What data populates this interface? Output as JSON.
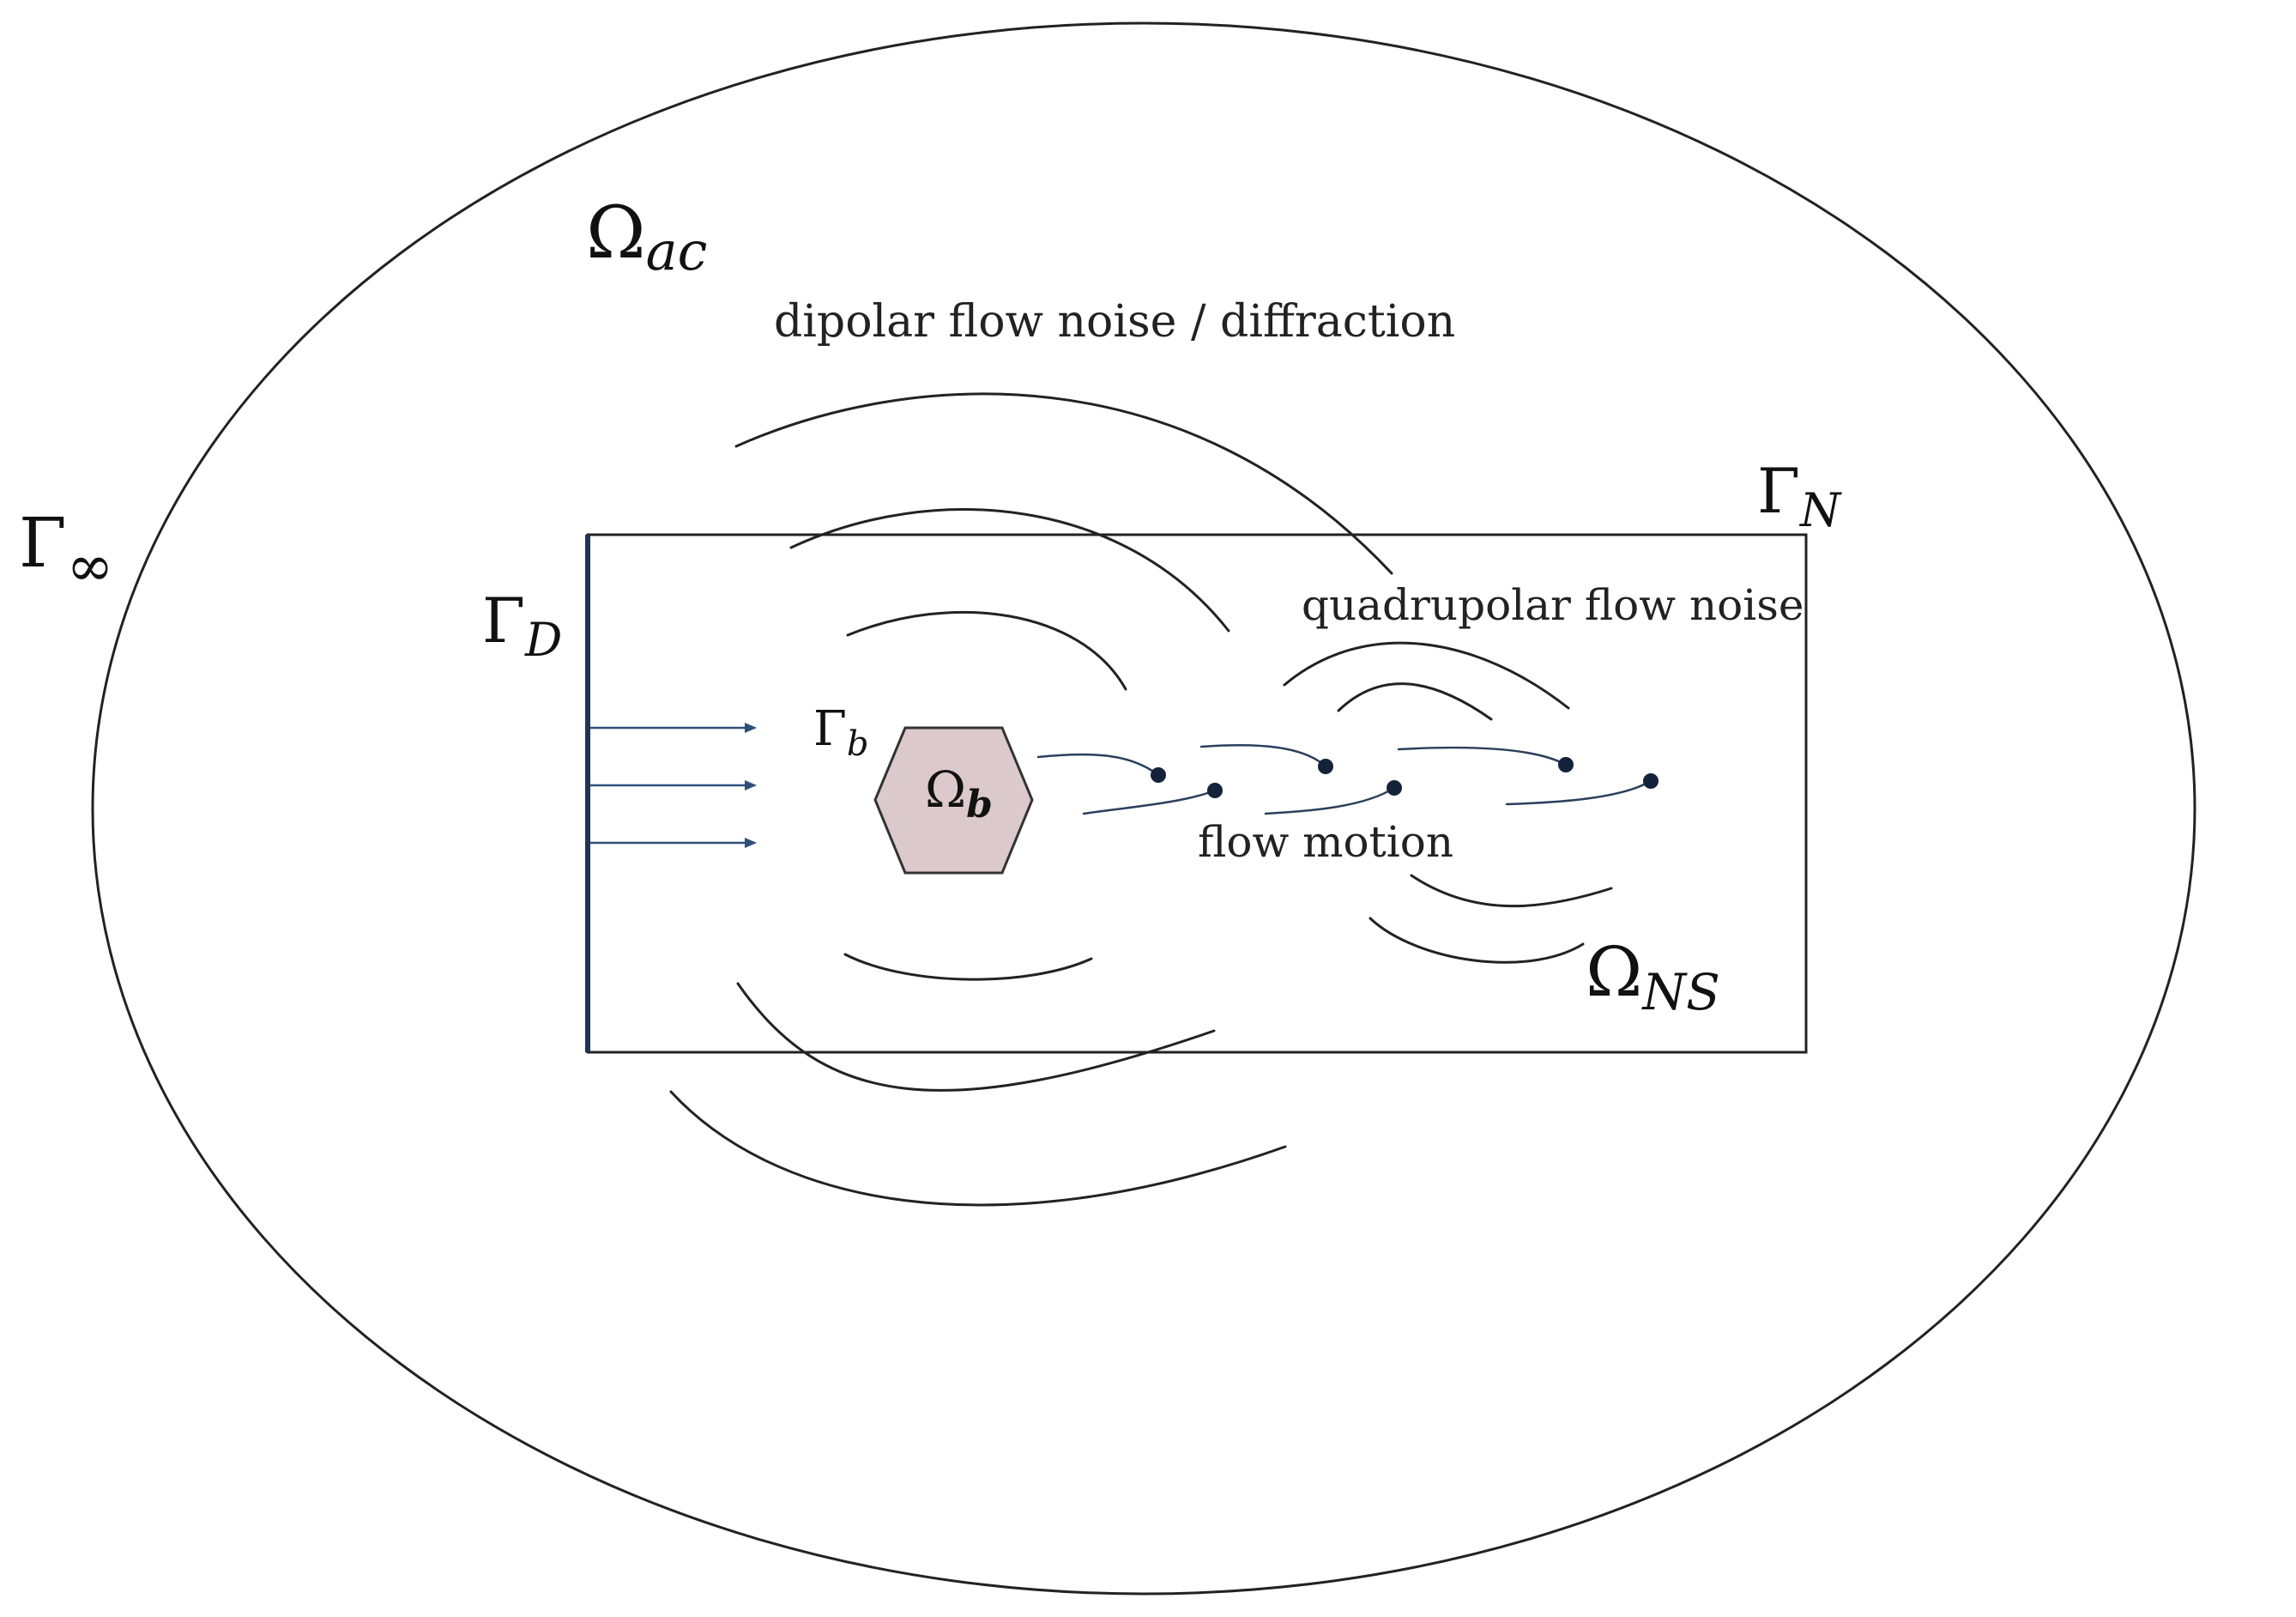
{
  "labels": {
    "omega_ac": {
      "base": "Ω",
      "sub": "ac"
    },
    "gamma_inf": {
      "base": "Γ",
      "sub": "∞"
    },
    "gamma_d": {
      "base": "Γ",
      "sub": "D"
    },
    "gamma_n": {
      "base": "Γ",
      "sub": "N"
    },
    "gamma_b": {
      "base": "Γ",
      "sub": "b"
    },
    "omega_b": {
      "base": "Ω",
      "sub": "b"
    },
    "omega_ns": {
      "base": "Ω",
      "sub": "NS"
    },
    "dipolar": "dipolar flow noise / diffraction",
    "quadrupolar": "quadrupolar flow noise",
    "flow_motion": "flow motion"
  },
  "colors": {
    "obstacle_fill": "#dcc9cb",
    "obstacle_stroke": "#333333",
    "inflow_arrow": "#2f4f7a",
    "inlet_boundary": "#1f3552",
    "vortex_dot": "#14223a"
  }
}
